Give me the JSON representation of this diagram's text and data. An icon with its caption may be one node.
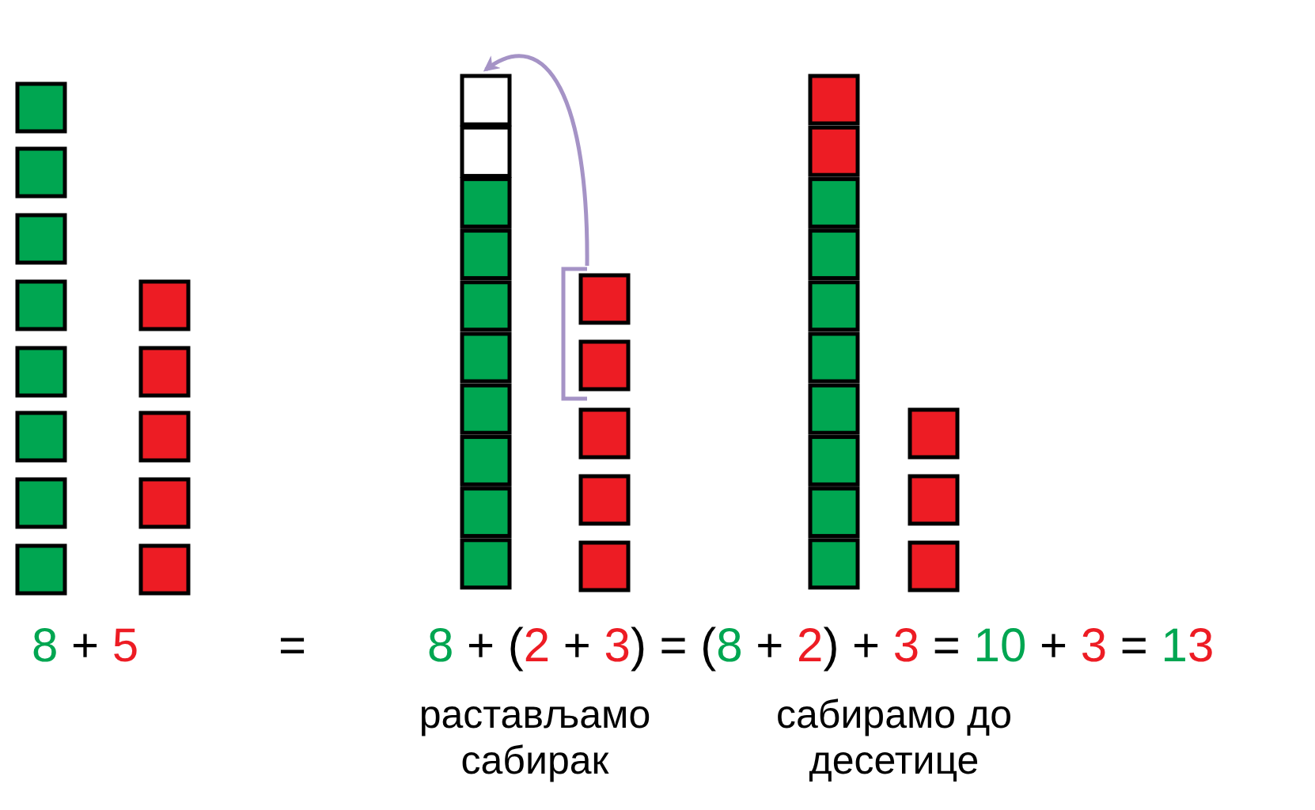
{
  "diagram": {
    "nodes": [
      {
        "text": [],
        "shape": "box"
      },
      {
        "text": [],
        "shape": "box"
      }
    ],
    "edges": [
      {
        "from": 0,
        "to": 1,
        "arrow": "to",
        "color": "#a593c6"
      }
    ],
    "labels": [
      "8 + 5",
      "=",
      "8 + (2 + 3) = (8 + 2) + 3 = 10 + 3 = 13",
      "растављамо сабирак",
      "сабирамо до десетице"
    ]
  }
}
